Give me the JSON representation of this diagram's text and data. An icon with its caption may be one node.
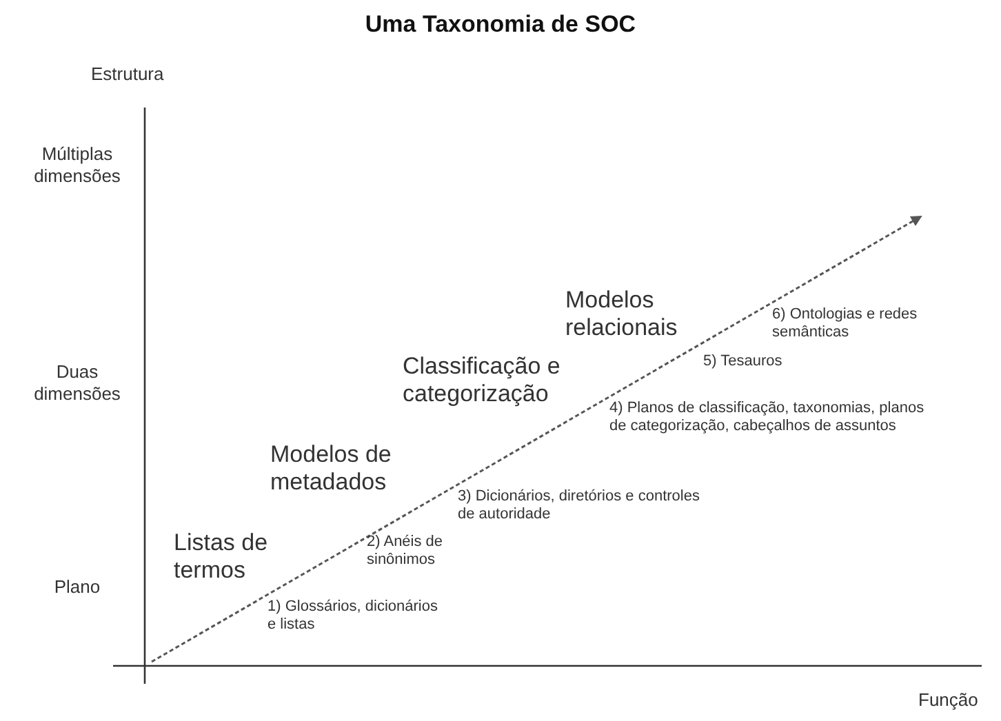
{
  "diagram": {
    "title": "Uma Taxonomia de SOC",
    "labels": [
      "Estrutura",
      "Múltiplas dimensões",
      "Modelos relacionais",
      "6) Ontologias e redes semânticas",
      "Duas dimensões",
      "Classificação e categorização",
      "5) Tesauros",
      "4) Planos de classificação, taxonomias, planos de categorização, cabeçalhos de assuntos",
      "Modelos de metadados",
      "3) Dicionários, diretórios e controles de autoridade",
      "Listas de termos",
      "2) Anéis de sinônimos",
      "Plano",
      "1) Glossários, dicionários e listas",
      "Função"
    ]
  }
}
